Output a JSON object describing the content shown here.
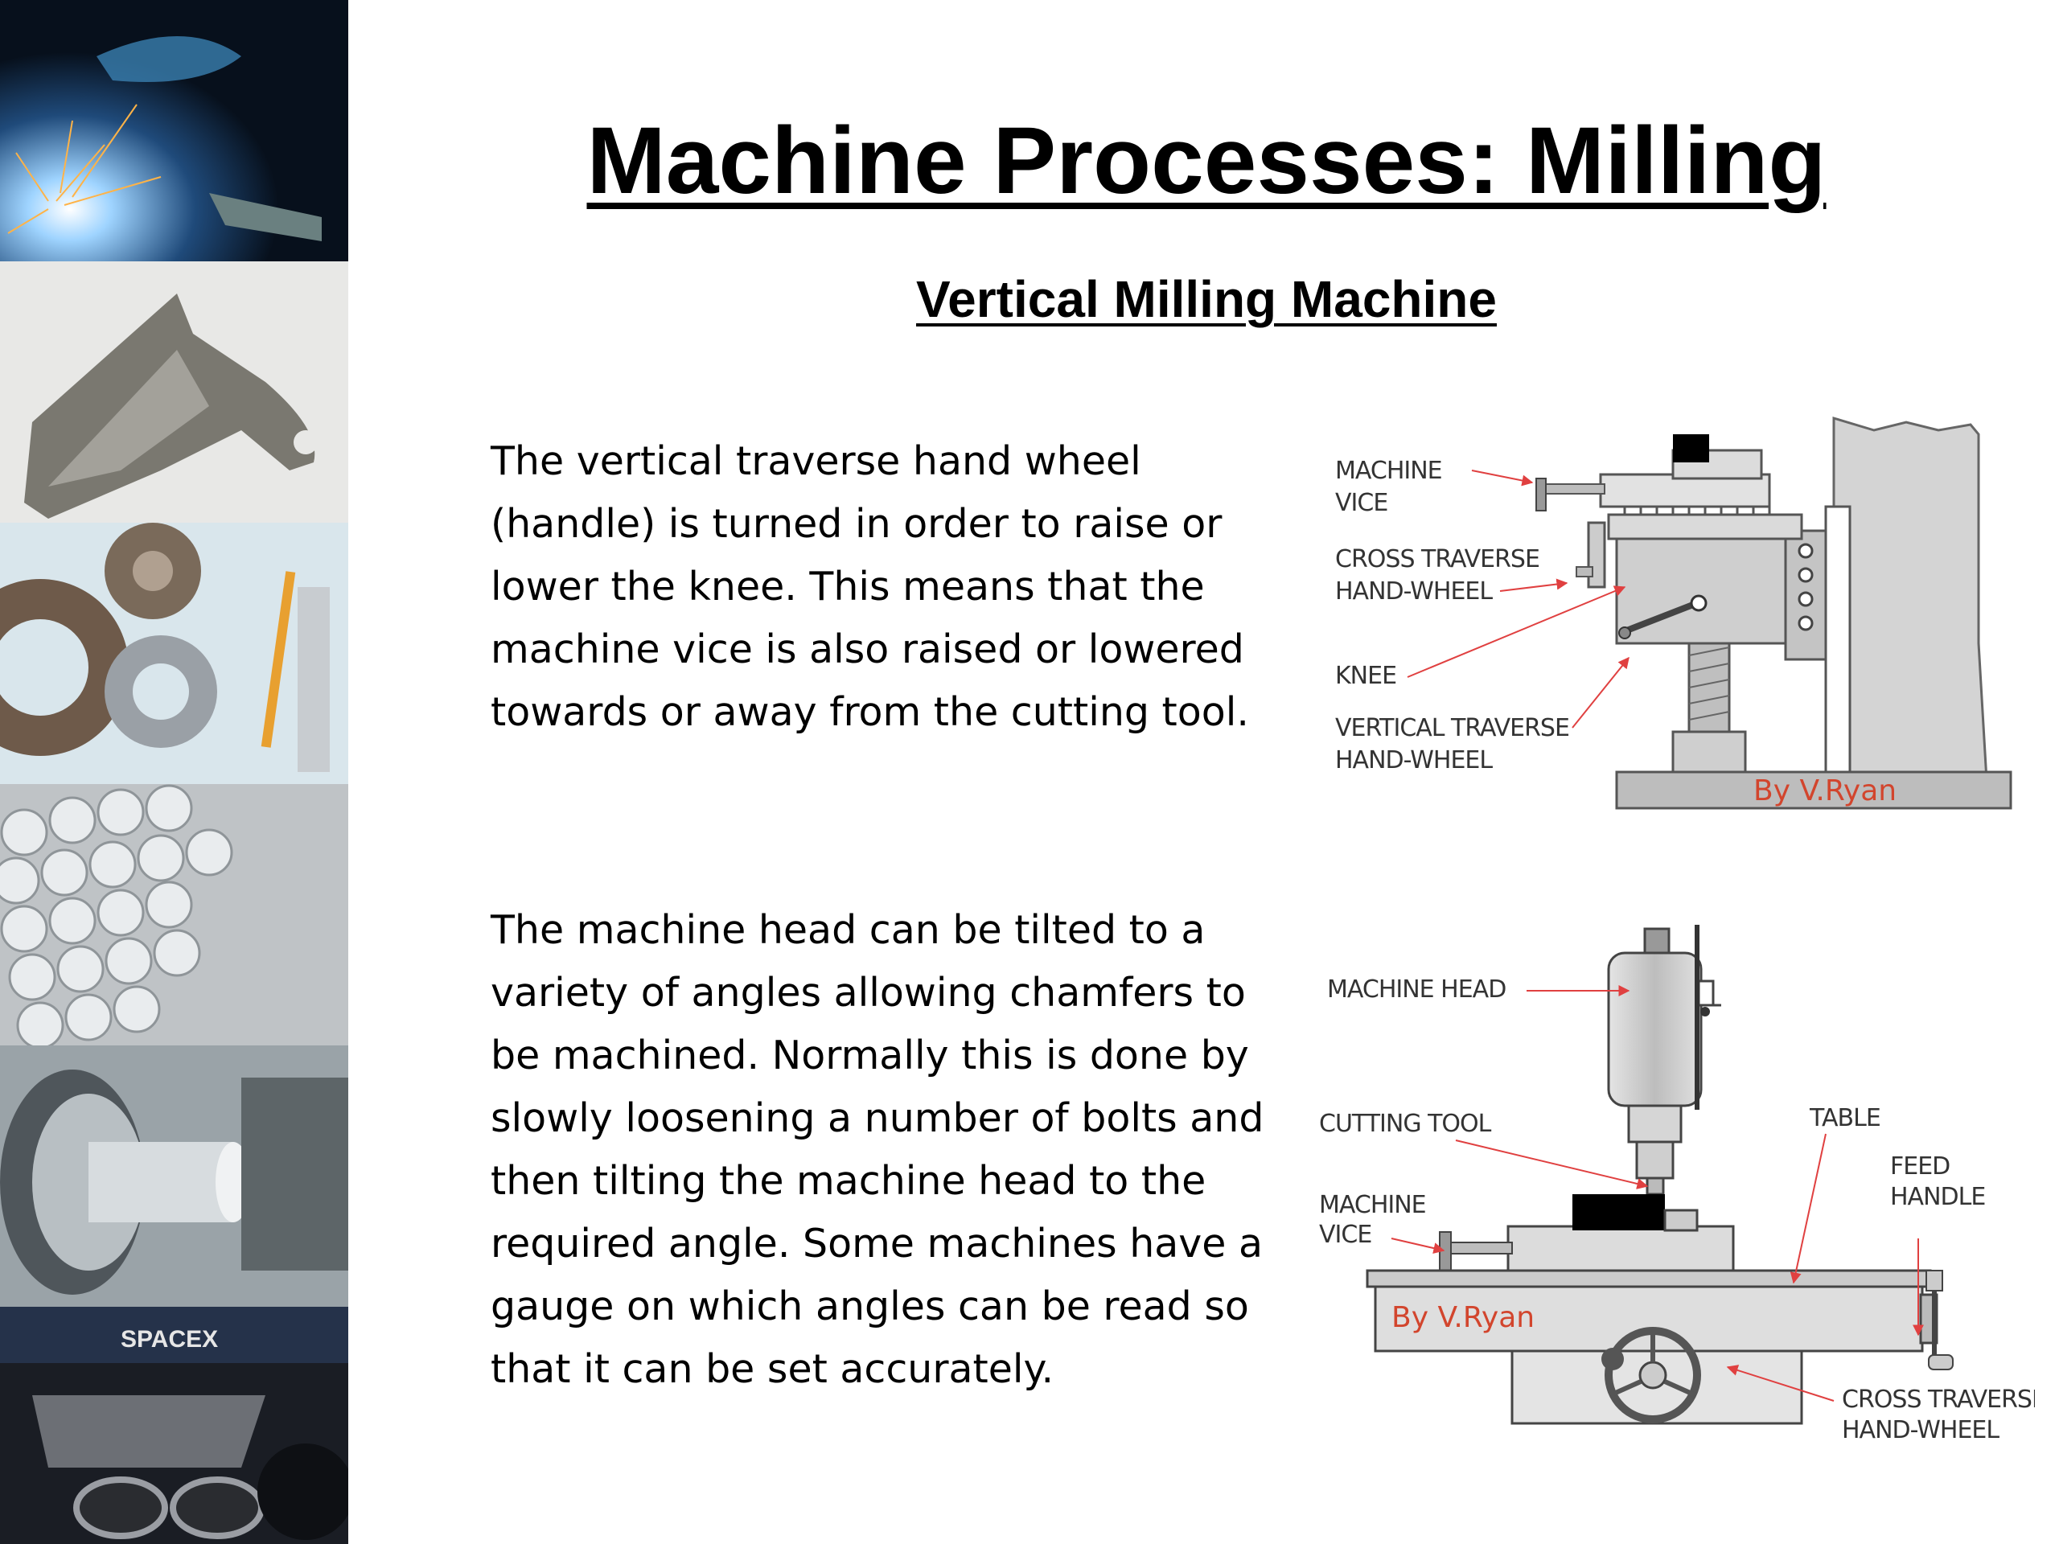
{
  "title": "Machine Processes: Milling",
  "subtitle": "Vertical Milling Machine",
  "paragraph1": "The vertical traverse hand wheel (handle) is turned in order to raise or lower the knee. This means that the machine vice is also raised or lowered towards or away from the cutting tool.",
  "paragraph2": "The machine head can be tilted to a variety of angles allowing chamfers to be machined. Normally this is done by slowly loosening a number of bolts and then tilting the machine head to the required angle. Some machines have a gauge on which angles can be read so that it can be set accurately.",
  "diagram1": {
    "labels": {
      "machine_vice_1": "MACHINE",
      "machine_vice_2": "VICE",
      "cross_traverse_1": "CROSS TRAVERSE",
      "cross_traverse_2": "HAND-WHEEL",
      "knee": "KNEE",
      "vertical_traverse_1": "VERTICAL TRAVERSE",
      "vertical_traverse_2": "HAND-WHEEL"
    },
    "credit": "By V.Ryan"
  },
  "diagram2": {
    "labels": {
      "machine_head": "MACHINE HEAD",
      "cutting_tool": "CUTTING TOOL",
      "table": "TABLE",
      "feed_handle_1": "FEED",
      "feed_handle_2": "HANDLE",
      "machine_vice_1": "MACHINE",
      "machine_vice_2": "VICE",
      "cross_traverse_1": "CROSS TRAVERSE",
      "cross_traverse_2": "HAND-WHEEL"
    },
    "credit": "By V.Ryan"
  },
  "strip": {
    "spacex_logo": "SPACEX"
  },
  "colors": {
    "arrow": "#e04040",
    "credit": "#d2452d",
    "machine_gray": "#c8c8c8"
  }
}
